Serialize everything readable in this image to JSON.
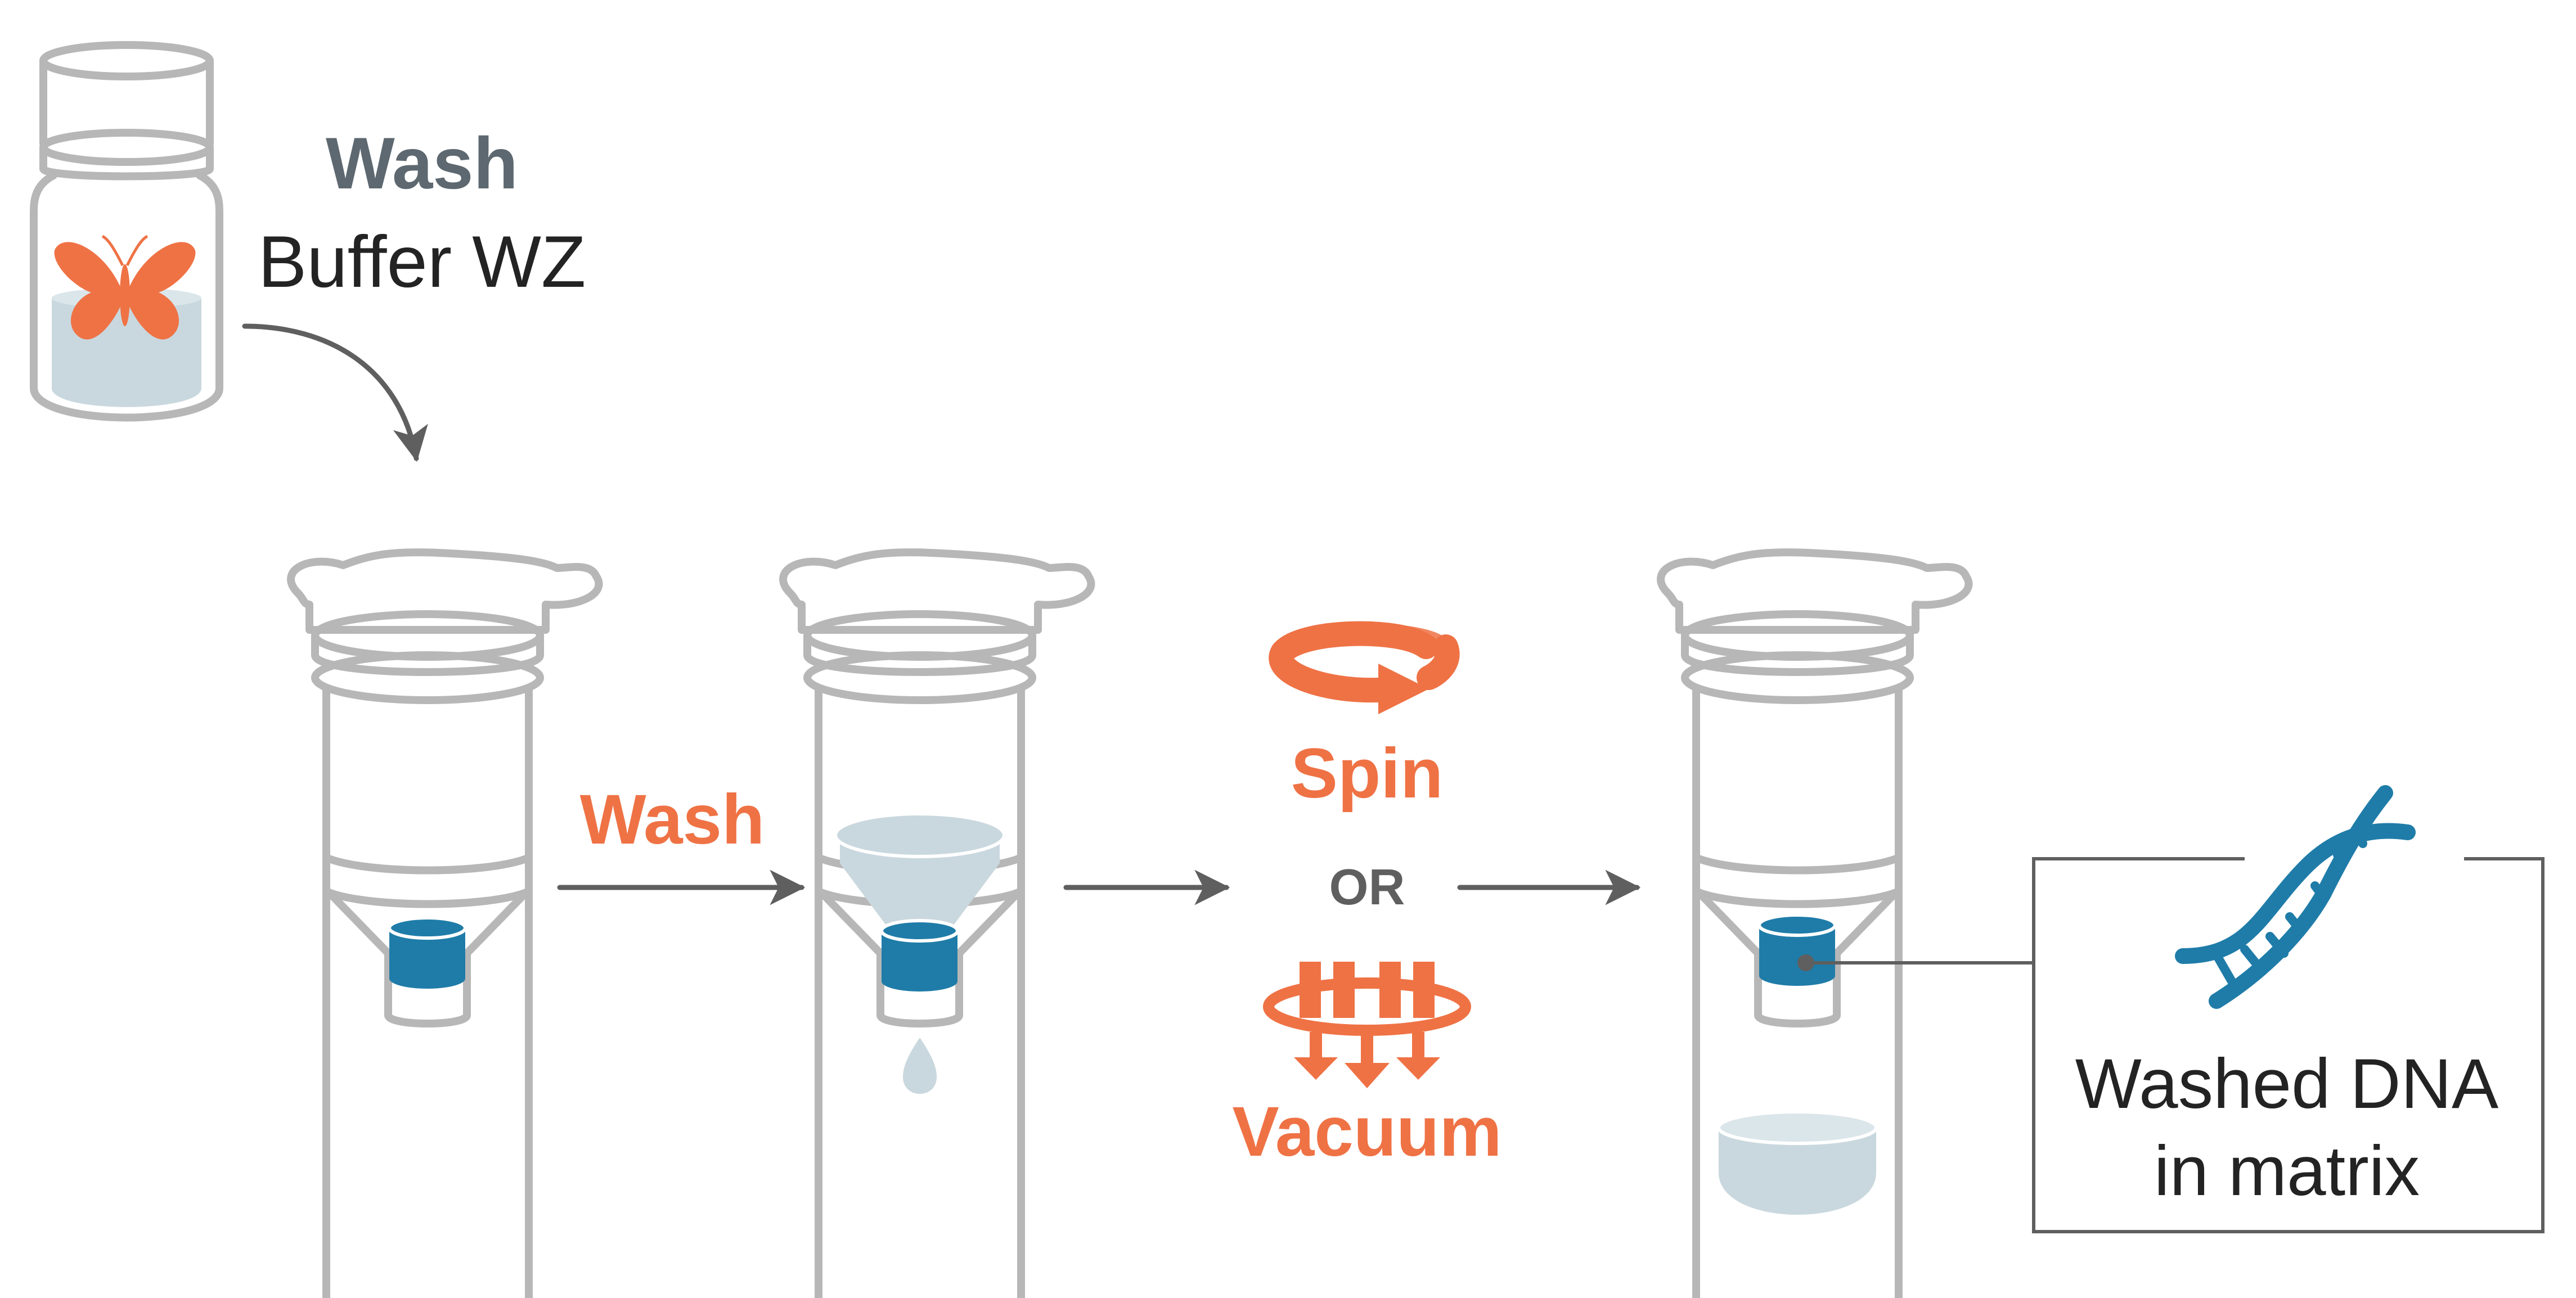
{
  "buffer": {
    "title_bold": "Wash",
    "title_regular": "Buffer WZ"
  },
  "steps": {
    "wash_label": "Wash",
    "spin_label": "Spin",
    "or_label": "OR",
    "vacuum_label": "Vacuum"
  },
  "result": {
    "line1": "Washed DNA",
    "line2": "in matrix"
  },
  "colors": {
    "orange": "#ef7245",
    "teal": "#1f7ca8",
    "grey_outline": "#b7b7b7",
    "liquid": "#c9d8de",
    "dark_text": "#232323",
    "slate_text": "#5d6870",
    "arrow": "#5f5f5f"
  },
  "icons": [
    "butterfly-icon",
    "spin-icon",
    "vacuum-icon",
    "dna-icon"
  ]
}
